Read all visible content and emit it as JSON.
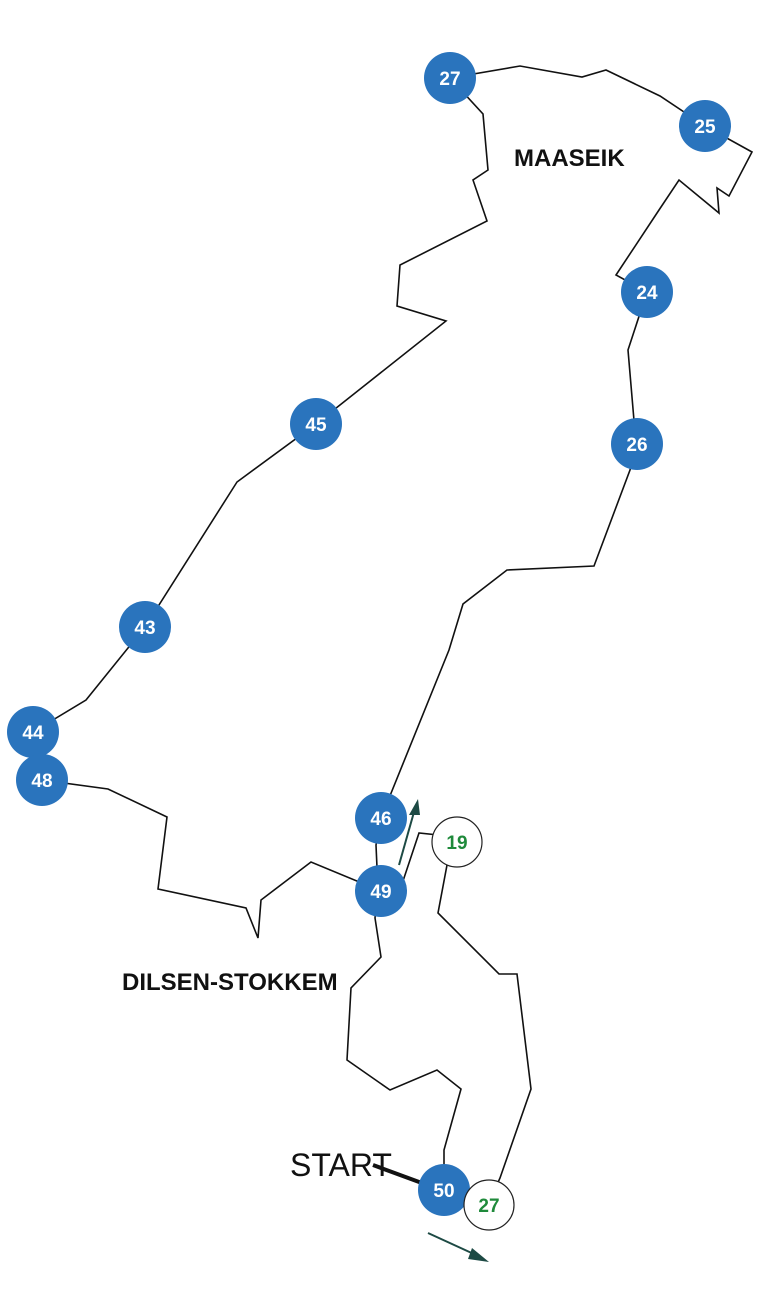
{
  "places": {
    "maaseik": "MAASEIK",
    "dilsen": "DILSEN-STOKKEM"
  },
  "start_label": "START",
  "route_nodes": [
    {
      "id": "n27",
      "label": "27"
    },
    {
      "id": "n25",
      "label": "25"
    },
    {
      "id": "n24",
      "label": "24"
    },
    {
      "id": "n26",
      "label": "26"
    },
    {
      "id": "n45",
      "label": "45"
    },
    {
      "id": "n43",
      "label": "43"
    },
    {
      "id": "n44",
      "label": "44"
    },
    {
      "id": "n48",
      "label": "48"
    },
    {
      "id": "n46",
      "label": "46"
    },
    {
      "id": "n49",
      "label": "49"
    },
    {
      "id": "n50",
      "label": "50"
    }
  ],
  "connector_nodes": [
    {
      "id": "c19",
      "label": "19"
    },
    {
      "id": "c27",
      "label": "27"
    }
  ],
  "colors": {
    "node_fill": "#2a74bd",
    "node_text": "#ffffff",
    "connector_text": "#1f8a3b",
    "arrow": "#1d4a44",
    "route": "#111111"
  }
}
